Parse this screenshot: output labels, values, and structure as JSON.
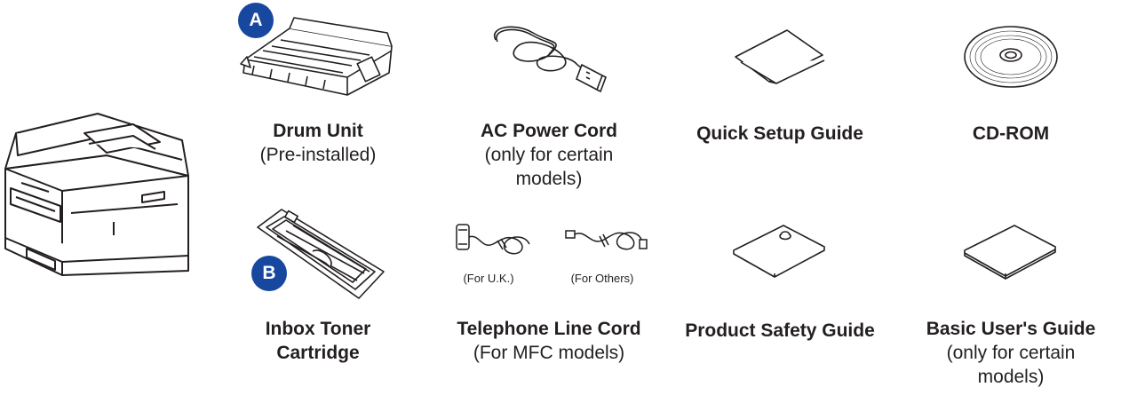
{
  "colors": {
    "badge": "#17479e",
    "ink": "#231f20"
  },
  "badges": {
    "drum": "A",
    "toner": "B"
  },
  "items": {
    "drum": {
      "title": "Drum Unit",
      "sub": "(Pre-installed)"
    },
    "power_cord": {
      "title": "AC Power Cord",
      "sub1": "(only for certain",
      "sub2": "models)"
    },
    "quick_setup": {
      "title": "Quick Setup Guide"
    },
    "cdrom": {
      "title": "CD-ROM"
    },
    "toner": {
      "title1": "Inbox Toner",
      "title2": "Cartridge"
    },
    "phone_cord": {
      "title": "Telephone Line Cord",
      "sub": "(For MFC models)",
      "uk_label": "(For U.K.)",
      "others_label": "(For Others)"
    },
    "safety": {
      "title": "Product Safety Guide"
    },
    "basic_guide": {
      "title": "Basic User's Guide",
      "sub1": "(only for certain",
      "sub2": "models)"
    }
  },
  "icons": {
    "machine": "printer-icon",
    "drum": "drum-unit-icon",
    "power_cord": "power-cord-icon",
    "quick_setup": "folded-guide-icon",
    "cdrom": "disc-icon",
    "toner": "toner-cartridge-icon",
    "phone_uk": "phone-cord-uk-icon",
    "phone_others": "phone-cord-icon",
    "safety": "booklet-icon",
    "basic_guide": "booklet-icon"
  }
}
